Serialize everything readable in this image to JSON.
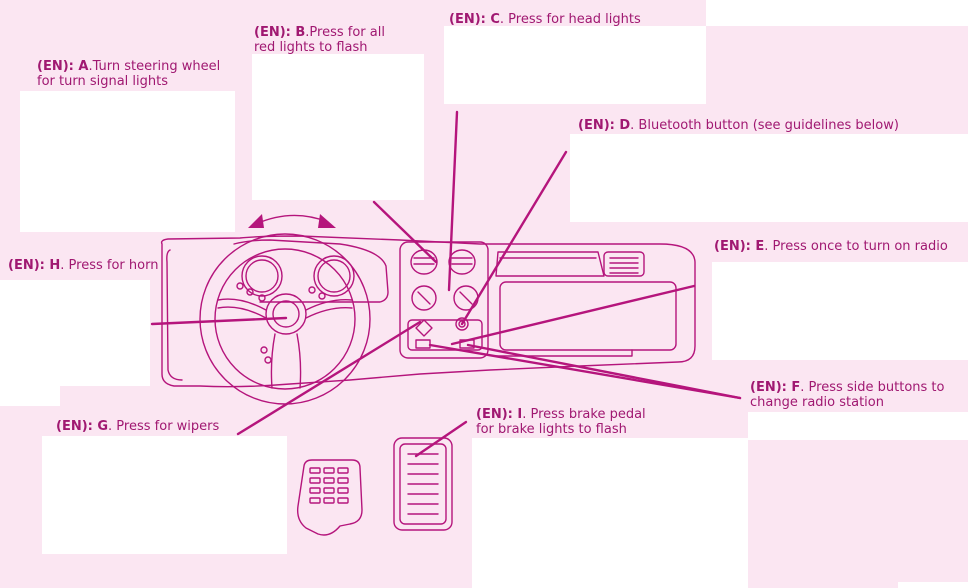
{
  "colors": {
    "background": "#fbe6f2",
    "accent": "#a01871",
    "line": "#b5157c",
    "box": "#ffffff"
  },
  "callouts": [
    {
      "id": "A",
      "prefix": "(EN): ",
      "letter": "A",
      "text1": ".Turn steering wheel",
      "text2": "for turn signal lights"
    },
    {
      "id": "B",
      "prefix": "(EN): ",
      "letter": "B",
      "text1": ".Press for all",
      "text2": "red lights to flash"
    },
    {
      "id": "C",
      "prefix": "(EN): ",
      "letter": "C",
      "text1": ". Press for head lights",
      "text2": ""
    },
    {
      "id": "D",
      "prefix": "(EN): ",
      "letter": "D",
      "text1": ". Bluetooth button (see guidelines below)",
      "text2": ""
    },
    {
      "id": "E",
      "prefix": "(EN): ",
      "letter": "E",
      "text1": ". Press once to turn on radio",
      "text2": ""
    },
    {
      "id": "F",
      "prefix": "(EN): ",
      "letter": "F",
      "text1": ". Press side buttons to",
      "text2": "change radio station"
    },
    {
      "id": "G",
      "prefix": "(EN): ",
      "letter": "G",
      "text1": ". Press for wipers",
      "text2": ""
    },
    {
      "id": "H",
      "prefix": "(EN): ",
      "letter": "H",
      "text1": ". Press for horn",
      "text2": ""
    },
    {
      "id": "I",
      "prefix": "(EN): ",
      "letter": "I",
      "text1": ". Press brake pedal",
      "text2": "for brake lights to flash"
    }
  ],
  "icons": [
    "steering-wheel-icon",
    "dashboard-icon",
    "gas-pedal-icon",
    "brake-pedal-icon",
    "turn-arrow-icon"
  ]
}
